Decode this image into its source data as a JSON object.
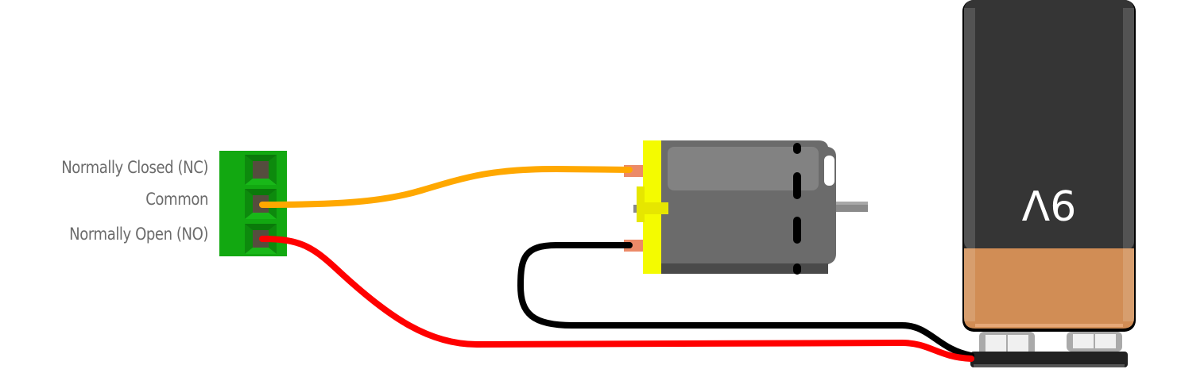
{
  "diagram": {
    "title": "Relay terminal wiring with DC motor and 9V battery",
    "terminal_block": {
      "labels": {
        "nc": "Normally Closed (NC)",
        "com": "Common",
        "no": "Normally Open (NO)"
      },
      "color": "#12a811"
    },
    "battery": {
      "voltage_label": "9V",
      "voltage_label_rendered": "Λ6",
      "body_color": "#353535",
      "band_color": "#d18d55"
    },
    "motor": {
      "endcap_color": "#f4fb00",
      "body_color": "#6b6b6b"
    },
    "wires": [
      {
        "name": "common-to-motor",
        "color": "#ffa800",
        "from": "Common",
        "to": "Motor terminal 1"
      },
      {
        "name": "no-to-battery",
        "color": "#ff0000",
        "from": "Normally Open (NO)",
        "to": "Battery snap"
      },
      {
        "name": "motor-to-battery",
        "color": "#000000",
        "from": "Motor terminal 2",
        "to": "Battery snap"
      }
    ]
  }
}
